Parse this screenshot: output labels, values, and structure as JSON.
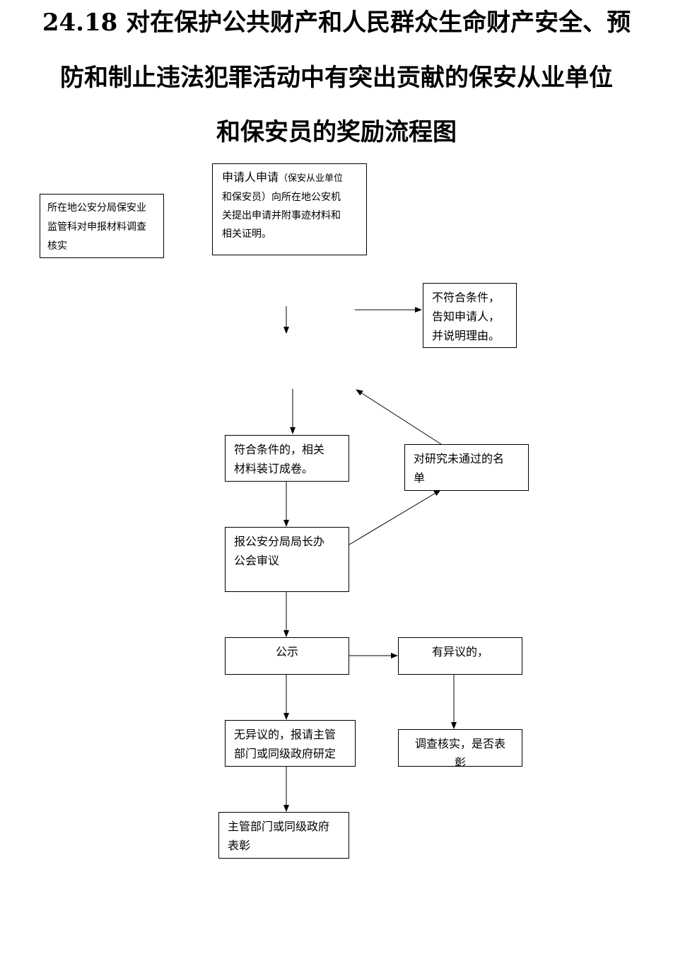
{
  "title": {
    "line1": "24.18 对在保护公共财产和人民群众生命财产安全、预",
    "line2": "防和制止违法犯罪活动中有突出贡献的保安从业单位",
    "line3": "和保安员的奖励流程图"
  },
  "nodes": {
    "verify_materials": "所在地公安分局保安业\n监管科对申报材料调查\n核实",
    "application_head": "申请人申请",
    "application_paren": "（保安从业单位",
    "application_rest": "和保安员）向所在地公安机\n关提出申请并附事迹材料和\n相关证明。",
    "not_qualified": "不符合条件，\n告知申请人，\n并说明理由。",
    "qualified": "符合条件的，相关\n材料装订成卷。",
    "not_passed_list": "对研究未通过的名\n单",
    "director_meeting": "报公安分局局长办\n公会审议",
    "publicize": "公示",
    "objection": "有异议的，",
    "no_objection": "无异议的，报请主管\n部门或同级政府研定",
    "investigate": "调查核实，是否表\n彰",
    "commend": "主管部门或同级政府\n表彰"
  }
}
